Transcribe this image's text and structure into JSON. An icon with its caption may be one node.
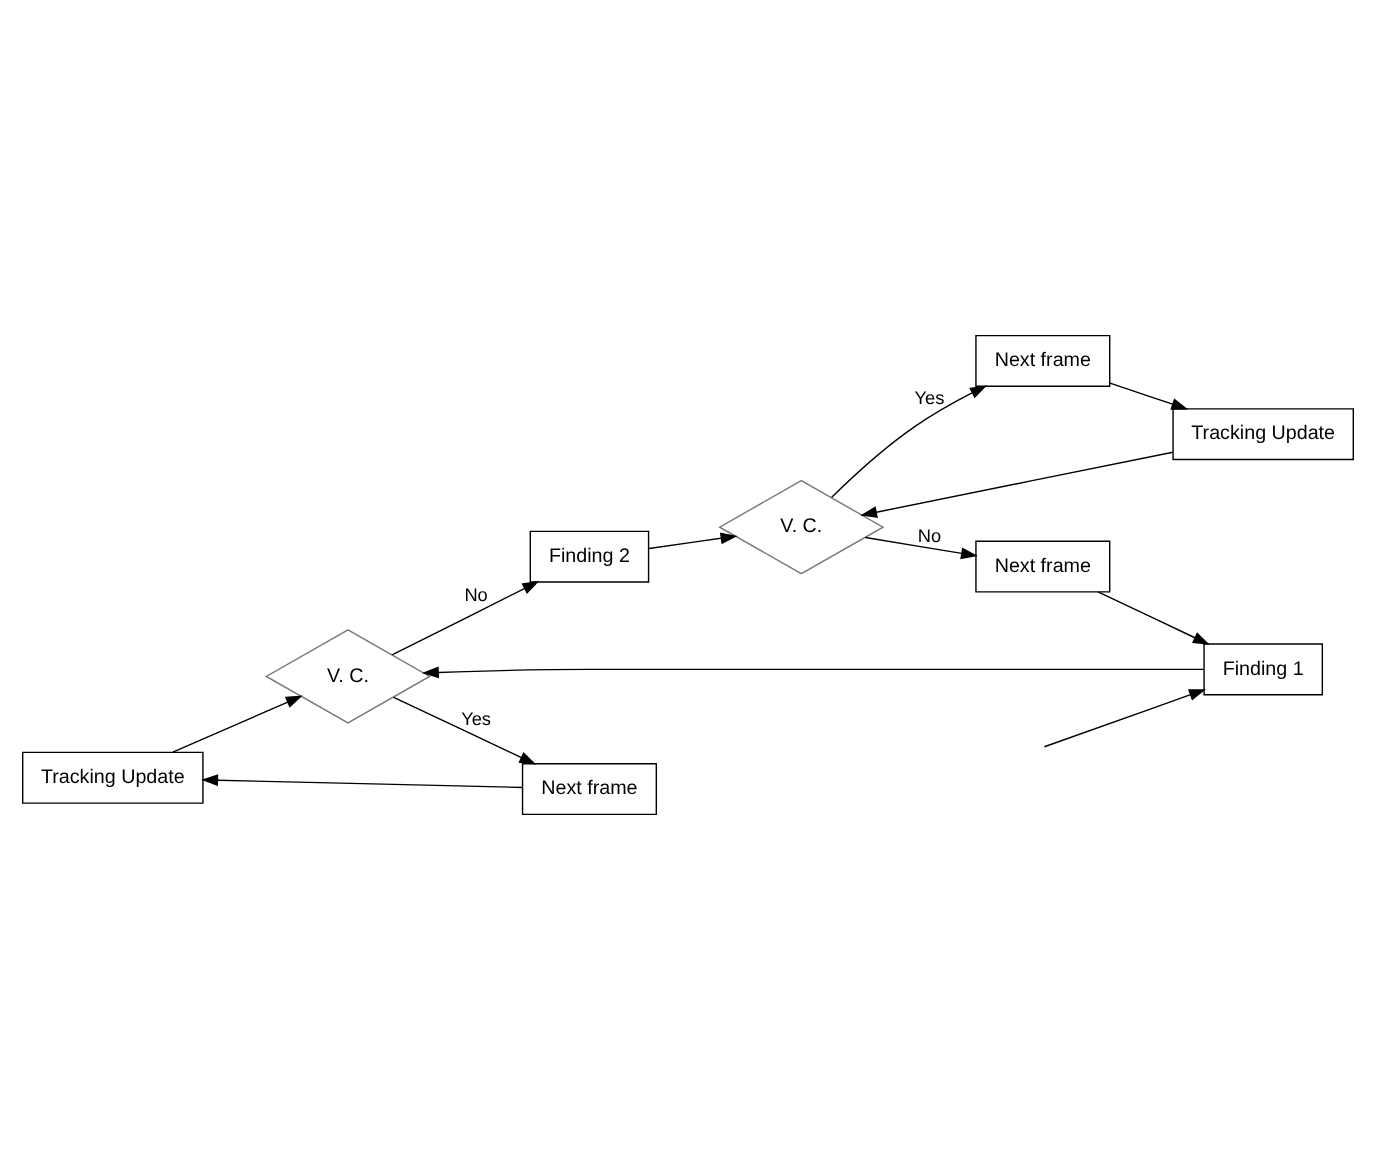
{
  "diagram": {
    "nodes": [
      {
        "text": [
          "Tracking Update"
        ]
      },
      {
        "text": [
          "Next frame"
        ]
      },
      {
        "text": [
          "Finding 1"
        ]
      },
      {
        "text": [
          "V. C."
        ]
      },
      {
        "text": [
          "Tracking Update"
        ]
      },
      {
        "text": [
          "Next frame"
        ]
      },
      {
        "text": [
          "Finding 2"
        ]
      },
      {
        "text": [
          "V. C."
        ]
      },
      {
        "text": [
          "Next frame"
        ]
      }
    ],
    "edges": [
      {
        "from": null,
        "to": 2,
        "arrow": "to"
      },
      {
        "from": 2,
        "to": 3,
        "arrow": "to"
      },
      {
        "from": 3,
        "to": 1,
        "arrow": "to",
        "label": "Yes"
      },
      {
        "from": 1,
        "to": 0,
        "arrow": "to"
      },
      {
        "from": 0,
        "to": 3,
        "arrow": "to"
      },
      {
        "from": 3,
        "to": 6,
        "arrow": "to",
        "label": "No"
      },
      {
        "from": 6,
        "to": 7,
        "arrow": "to"
      },
      {
        "from": 7,
        "to": 5,
        "arrow": "to",
        "label": "Yes"
      },
      {
        "from": 5,
        "to": 4,
        "arrow": "to"
      },
      {
        "from": 4,
        "to": 7,
        "arrow": "to"
      },
      {
        "from": 7,
        "to": 8,
        "arrow": "to",
        "label": "No"
      },
      {
        "from": 8,
        "to": 2,
        "arrow": "to"
      }
    ]
  }
}
